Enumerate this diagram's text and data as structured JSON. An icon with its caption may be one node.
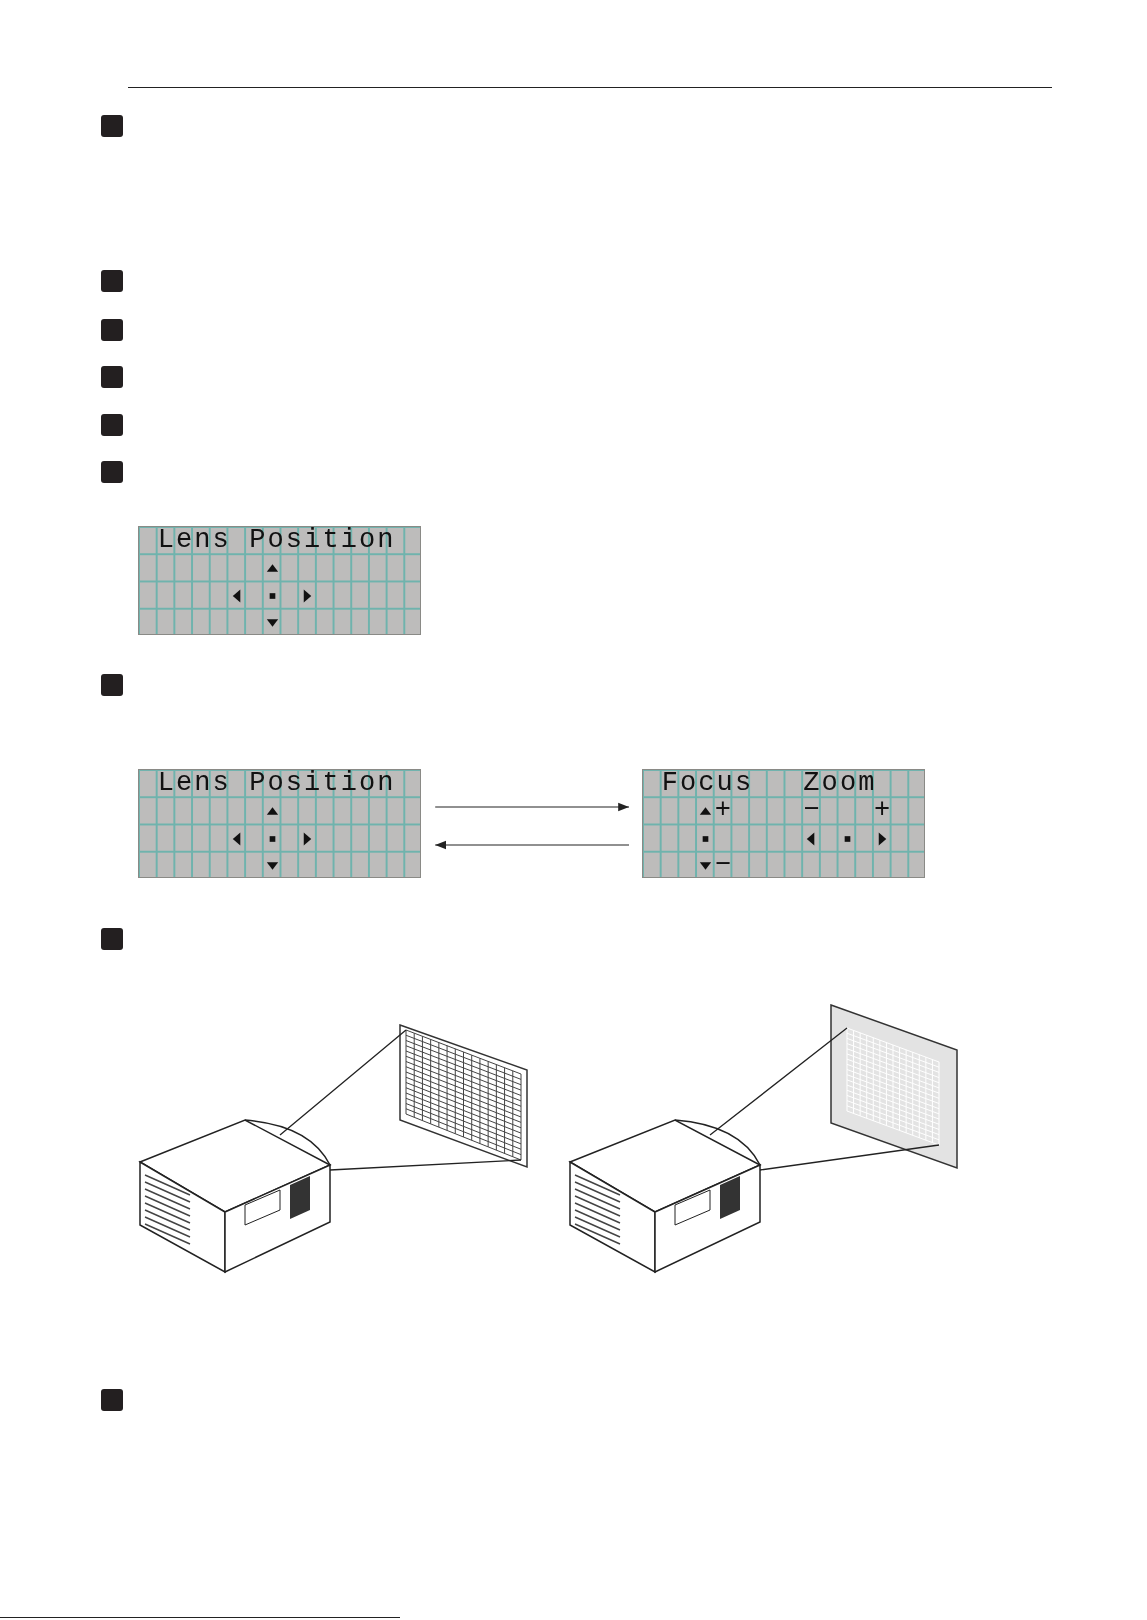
{
  "diagram": {
    "nodes": [
      {
        "text": [
          "Lens Position"
        ]
      },
      {
        "text": [
          "Lens Position"
        ]
      },
      {
        "text": [
          "Focus",
          "Zoom",
          "+",
          "−",
          "+",
          "−"
        ]
      }
    ],
    "edges": [
      {
        "from": 1,
        "to": 2,
        "arrow": "to"
      },
      {
        "from": 2,
        "to": 1,
        "arrow": "to"
      }
    ]
  }
}
